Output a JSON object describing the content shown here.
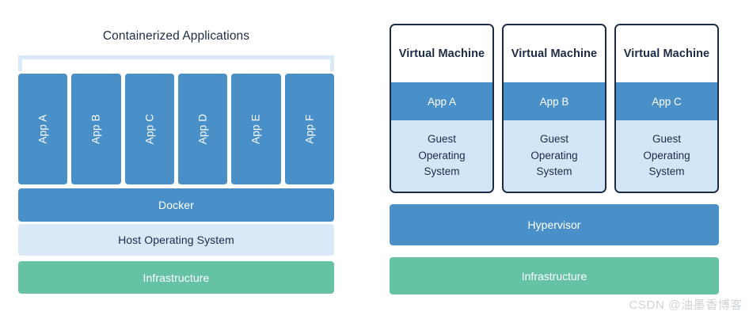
{
  "diagram": {
    "type": "architecture-comparison",
    "left": {
      "title": "Containerized Applications",
      "bracket_icon": "container-group-bracket",
      "apps": [
        {
          "label": "App A"
        },
        {
          "label": "App B"
        },
        {
          "label": "App C"
        },
        {
          "label": "App D"
        },
        {
          "label": "App E"
        },
        {
          "label": "App F"
        }
      ],
      "layers": [
        {
          "label": "Docker",
          "color": "#4a90c8",
          "text_color": "#ffffff"
        },
        {
          "label": "Host Operating System",
          "color": "#d9e9f8",
          "text_color": "#1d2b44"
        },
        {
          "label": "Infrastructure",
          "color": "#66c2a5",
          "text_color": "#ffffff"
        }
      ]
    },
    "right": {
      "vms": [
        {
          "title": "Virtual Machine",
          "app": "App A",
          "guest_os": "Guest\nOperating\nSystem"
        },
        {
          "title": "Virtual Machine",
          "app": "App B",
          "guest_os": "Guest\nOperating\nSystem"
        },
        {
          "title": "Virtual Machine",
          "app": "App C",
          "guest_os": "Guest\nOperating\nSystem"
        }
      ],
      "layers": [
        {
          "label": "Hypervisor",
          "color": "#4a90c8",
          "text_color": "#ffffff"
        },
        {
          "label": "Infrastructure",
          "color": "#66c2a5",
          "text_color": "#ffffff"
        }
      ]
    }
  },
  "colors": {
    "accent_blue": "#4a90c8",
    "light_blue": "#d9e9f8",
    "guest_blue": "#d3e6f7",
    "green": "#66c2a5",
    "navy": "#1d2b44",
    "watermark": "#cfd4d9"
  },
  "watermark": {
    "text": "CSDN @油墨香博客"
  }
}
